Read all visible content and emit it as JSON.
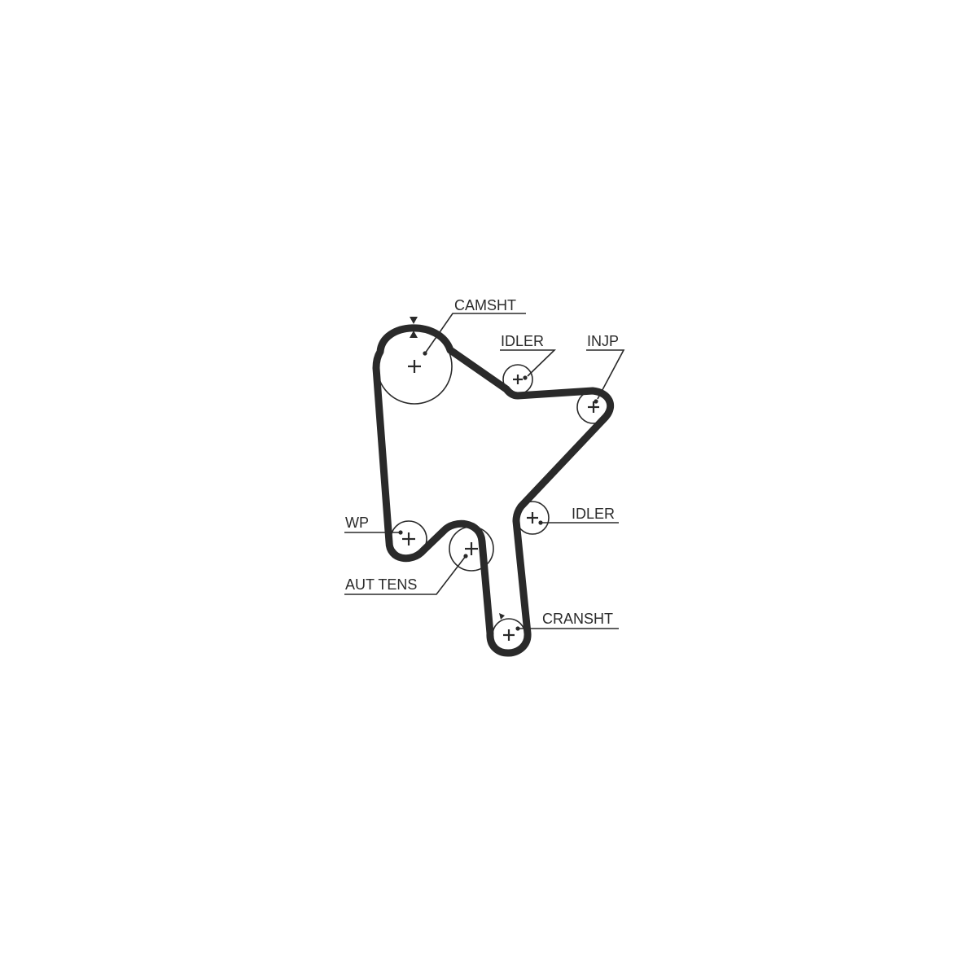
{
  "diagram": {
    "labels": {
      "camshaft": "CAMSHT",
      "idler_top": "IDLER",
      "injection_pump": "INJP",
      "idler_mid": "IDLER",
      "water_pump": "WP",
      "auto_tensioner": "AUT TENS",
      "crankshaft": "CRANSHT"
    },
    "colors": {
      "line": "#2a2a2a",
      "background": "#ffffff"
    }
  }
}
